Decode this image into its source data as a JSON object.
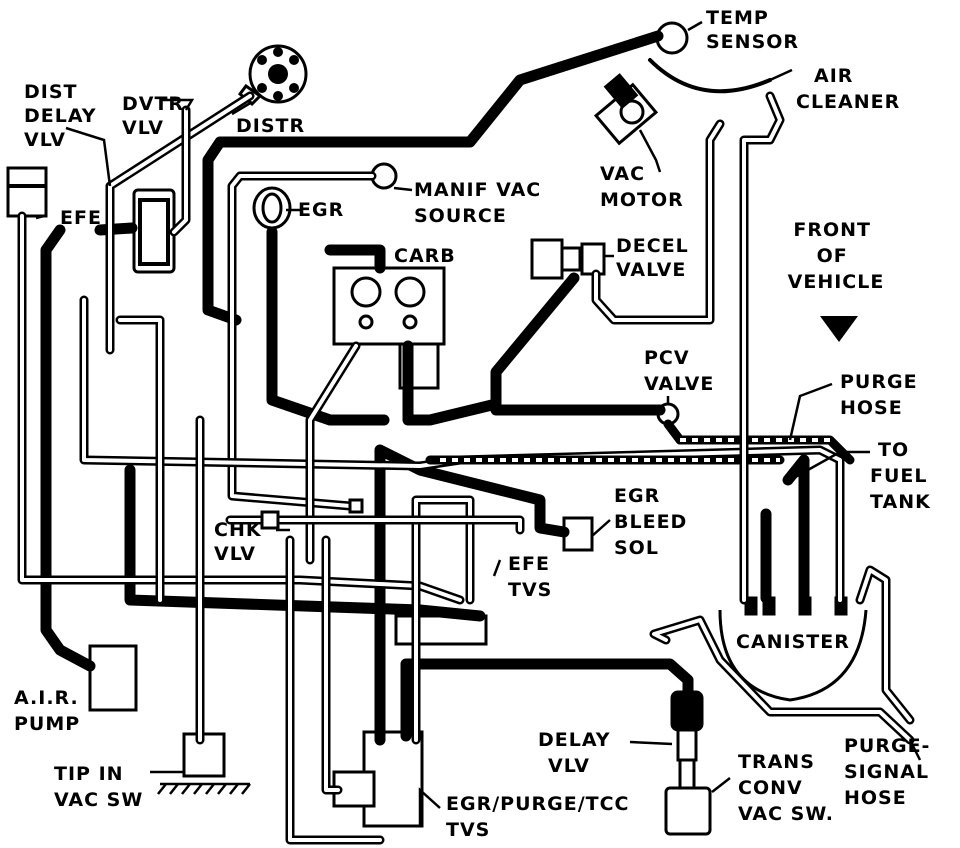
{
  "labels": {
    "temp_sensor": [
      "TEMP",
      "SENSOR"
    ],
    "air_cleaner": [
      "AIR",
      "CLEANER"
    ],
    "vac_motor": [
      "VAC",
      "MOTOR"
    ],
    "dist_delay_vlv": [
      "DIST",
      "DELAY",
      "VLV"
    ],
    "dvtr_vlv": [
      "DVTR",
      "VLV"
    ],
    "distr": "DISTR",
    "efe": "EFE",
    "egr": "EGR",
    "manif_vac_source": [
      "MANIF VAC",
      "SOURCE"
    ],
    "carb": "CARB",
    "decel_valve": [
      "DECEL",
      "VALVE"
    ],
    "front_of_vehicle": [
      "FRONT",
      "OF",
      "VEHICLE"
    ],
    "pcv_valve": [
      "PCV",
      "VALVE"
    ],
    "purge_hose": [
      "PURGE",
      "HOSE"
    ],
    "to_fuel_tank": [
      "TO",
      "FUEL",
      "TANK"
    ],
    "egr_bleed_sol": [
      "EGR",
      "BLEED",
      "SOL"
    ],
    "chk_vlv": [
      "CHK",
      "VLV"
    ],
    "efe_tvs": [
      "EFE",
      "TVS"
    ],
    "canister": "CANISTER",
    "air_pump": [
      "A.I.R.",
      "PUMP"
    ],
    "delay_vlv": [
      "DELAY",
      "VLV"
    ],
    "tip_in_vac_sw": [
      "TIP IN",
      "VAC SW"
    ],
    "trans_conv_vac_sw": [
      "TRANS",
      "CONV",
      "VAC SW."
    ],
    "purge_signal_hose": [
      "PURGE-",
      "SIGNAL",
      "HOSE"
    ],
    "egr_purge_tcc_tvs": [
      "EGR/PURGE/TCC",
      "TVS"
    ]
  },
  "icons": {
    "front_arrow": "down-arrow-icon",
    "distributor": "distributor-cap-icon"
  }
}
